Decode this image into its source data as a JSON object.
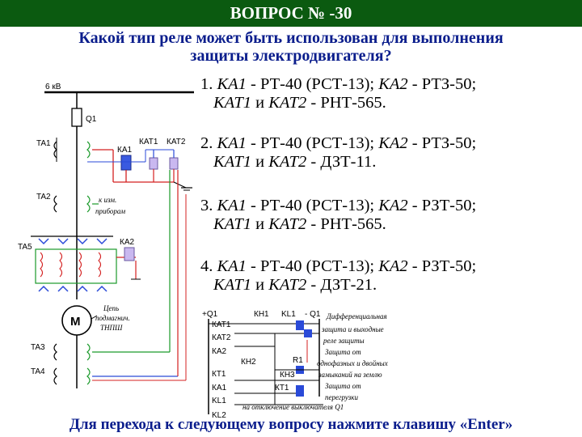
{
  "header": {
    "title": "ВОПРОС  № -30"
  },
  "question": {
    "line1": "Какой тип реле может быть использован для выполнения",
    "line2": "защиты электродвигателя?"
  },
  "answers": [
    {
      "num": "1.",
      "l1_a": "КА1",
      "l1_b": " - РТ-40 (РСТ-13); ",
      "l1_c": "КА2",
      "l1_d": " - РТЗ-50;",
      "l2_a": "КАТ1",
      "l2_b": " и ",
      "l2_c": "КАТ2",
      "l2_d": " - РНТ-565."
    },
    {
      "num": "2.",
      "l1_a": "КА1",
      "l1_b": " - РТ-40 (РСТ-13); ",
      "l1_c": "КА2",
      "l1_d": " - РТЗ-50;",
      "l2_a": "КАТ1",
      "l2_b": " и ",
      "l2_c": "КАТ2",
      "l2_d": " - ДЗТ-11."
    },
    {
      "num": "3.",
      "l1_a": "КА1",
      "l1_b": " - РТ-40 (РСТ-13); ",
      "l1_c": "КА2",
      "l1_d": " - РЗТ-50;",
      "l2_a": "КАТ1",
      "l2_b": " и ",
      "l2_c": "КАТ2",
      "l2_d": " - РНТ-565."
    },
    {
      "num": "4.",
      "l1_a": "КА1",
      "l1_b": " - РТ-40 (РСТ-13); ",
      "l1_c": "КА2",
      "l1_d": " - РЗТ-50;",
      "l2_a": "КАТ1",
      "l2_b": " и ",
      "l2_c": "КАТ2",
      "l2_d": " - ДЗТ-21."
    }
  ],
  "diagram": {
    "bus_voltage": "6 кВ",
    "breaker": "Q1",
    "ta1": "TA1",
    "ta2": "TA2",
    "ta5": "TA5",
    "ta3": "TA3",
    "ta4": "TA4",
    "ka1": "КА1",
    "ka2": "КА2",
    "kat1": "КАТ1",
    "kat2": "КАТ2",
    "to_meters_1": "к изм.",
    "to_meters_2": "приборам",
    "motor": "М",
    "exc_1": "Цепь",
    "exc_2": "подмагнич.",
    "exc_3": "ТНПШ"
  },
  "control": {
    "plus_q1": "+Q1",
    "kh1": "КН1",
    "kl1": "KL1",
    "minus_q1": "- Q1",
    "contacts": [
      "КАТ1",
      "КАТ2",
      "КА2",
      "КТ1",
      "КА1",
      "KL1",
      "KL2"
    ],
    "kh2": "КН2",
    "r1": "R1",
    "kh3": "КН3",
    "kt1": "КТ1",
    "note1_1": "Дифференциальная",
    "note1_2": "защита и выходные",
    "note1_3": "реле защиты",
    "note2_1": "Защита от",
    "note2_2": "однофазных и двойных",
    "note2_3": "замыканий на землю",
    "note3_1": "Защита от",
    "note3_2": "перегрузки",
    "note4": "на отключение выключателя Q1"
  },
  "footer": {
    "prefix": "Для перехода к следующему вопросу нажмите клавишу ",
    "lq": "«",
    "key": "Enter",
    "rq": "»"
  },
  "colors": {
    "header_bg": "#0b5a10",
    "question_text": "#0a1d8c",
    "wire_red": "#d42020",
    "wire_green": "#1a9a2a",
    "wire_blue": "#2a4ad8",
    "relay_blue": "#3a5ae0",
    "relay_violet": "#c9b8f0"
  }
}
